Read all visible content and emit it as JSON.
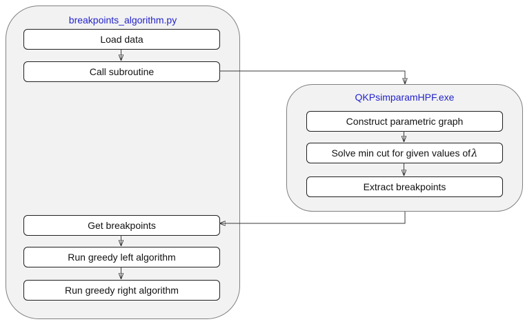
{
  "diagram": {
    "left_container": {
      "title": "breakpoints_algorithm.py",
      "nodes": [
        {
          "id": "load-data",
          "label": "Load data"
        },
        {
          "id": "call-subroutine",
          "label": "Call subroutine"
        },
        {
          "id": "get-breakpoints",
          "label": "Get breakpoints"
        },
        {
          "id": "run-greedy-left",
          "label": "Run greedy left algorithm"
        },
        {
          "id": "run-greedy-right",
          "label": "Run greedy right algorithm"
        }
      ]
    },
    "right_container": {
      "title": "QKPsimparamHPF.exe",
      "nodes": [
        {
          "id": "construct-parametric-graph",
          "label": "Construct parametric graph"
        },
        {
          "id": "solve-min-cut",
          "label_parts": [
            "Solve min cut for given values of ",
            "λ"
          ]
        },
        {
          "id": "extract-breakpoints",
          "label": "Extract breakpoints"
        }
      ]
    },
    "connections": [
      {
        "from": "load-data",
        "to": "call-subroutine",
        "direction": "down"
      },
      {
        "from": "call-subroutine",
        "to": "qkpsimparamhpf-container",
        "direction": "right-then-down"
      },
      {
        "from": "construct-parametric-graph",
        "to": "solve-min-cut",
        "direction": "down"
      },
      {
        "from": "solve-min-cut",
        "to": "extract-breakpoints",
        "direction": "down"
      },
      {
        "from": "qkpsimparamhpf-container",
        "to": "get-breakpoints",
        "direction": "down-then-left"
      },
      {
        "from": "get-breakpoints",
        "to": "run-greedy-left",
        "direction": "down"
      },
      {
        "from": "run-greedy-left",
        "to": "run-greedy-right",
        "direction": "down"
      }
    ],
    "colors": {
      "container_fill": "#f2f2f2",
      "container_border": "#7f7f7f",
      "node_fill": "#ffffff",
      "node_border": "#1f1f1f",
      "title_text": "#2323cc",
      "connector": "#3a3a3a"
    }
  }
}
